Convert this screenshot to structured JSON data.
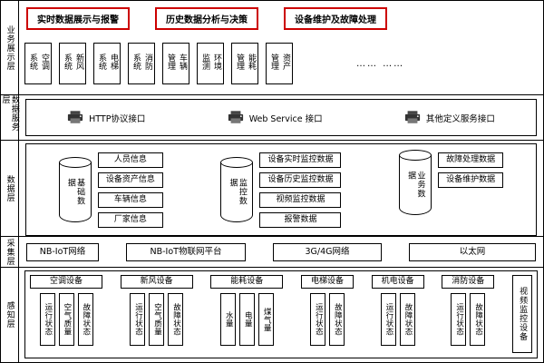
{
  "layers": {
    "display": {
      "label": "业务展示层"
    },
    "service": {
      "label": "数据服务层"
    },
    "data": {
      "label": "数据层"
    },
    "collection": {
      "label": "采集层"
    },
    "perception": {
      "label": "感知层"
    }
  },
  "display": {
    "apps": [
      "实时数据展示与报警",
      "历史数据分析与决策",
      "设备维护及故障处理"
    ],
    "systems": [
      "空调系统",
      "新风系统",
      "电梯系统",
      "消防系统",
      "车辆管理",
      "环境监测",
      "能耗管理",
      "资产管理"
    ],
    "more": "…… ……"
  },
  "service": {
    "interfaces": [
      "HTTP协议接口",
      "Web Service 接口",
      "其他定义服务接口"
    ]
  },
  "data_layer": {
    "groups": [
      {
        "db": "基础数据",
        "items": [
          "人员信息",
          "设备资产信息",
          "车辆信息",
          "厂家信息"
        ]
      },
      {
        "db": "监控数据",
        "items": [
          "设备实时监控数据",
          "设备历史监控数据",
          "视频监控数据",
          "报警数据"
        ]
      },
      {
        "db": "业务数据",
        "items": [
          "故障处理数据",
          "设备维护数据"
        ]
      }
    ]
  },
  "collection": {
    "networks": [
      "NB-IoT网络",
      "NB-IoT物联网平台",
      "3G/4G网络",
      "以太网"
    ]
  },
  "perception": {
    "groups": [
      {
        "label": "空调设备",
        "items": [
          "运行状态",
          "空气质量",
          "故障状态"
        ]
      },
      {
        "label": "新风设备",
        "items": [
          "运行状态",
          "空气质量",
          "故障状态"
        ]
      },
      {
        "label": "能耗设备",
        "items": [
          "水量",
          "电量",
          "煤气量"
        ]
      },
      {
        "label": "电梯设备",
        "items": [
          "运行状态",
          "故障状态"
        ]
      },
      {
        "label": "机电设备",
        "items": [
          "运行状态",
          "故障状态"
        ]
      },
      {
        "label": "消防设备",
        "items": [
          "运行状态",
          "故障状态"
        ]
      }
    ],
    "video": "视频监控设备"
  },
  "colors": {
    "accent_red": "#cc0000",
    "line": "#000000"
  }
}
